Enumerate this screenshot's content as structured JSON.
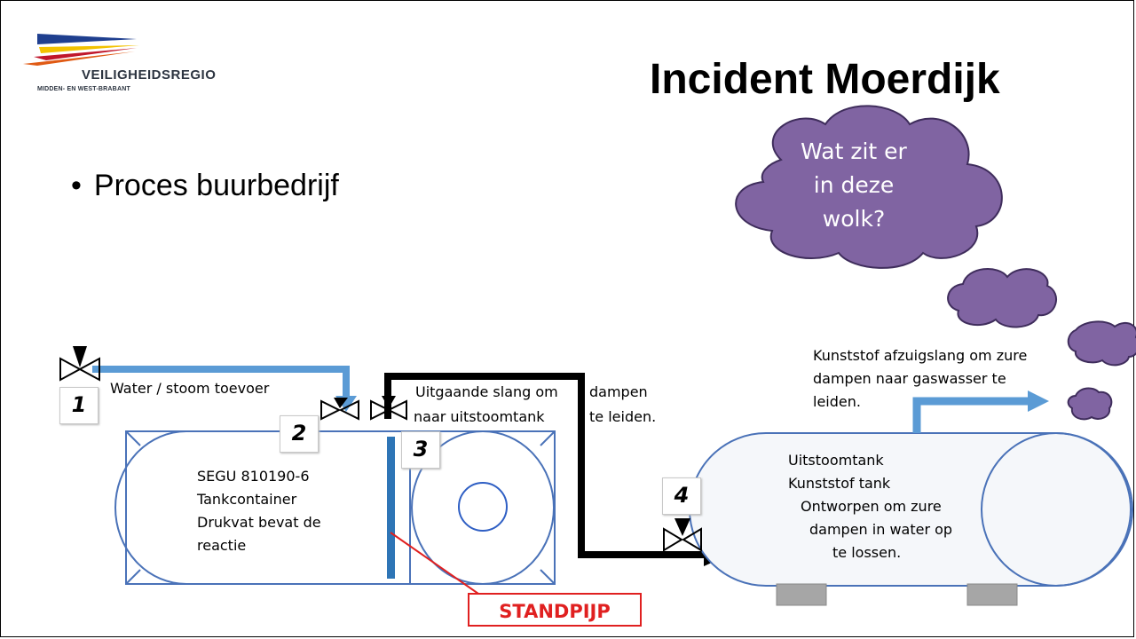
{
  "logo": {
    "name": "VEILIGHEIDSREGIO",
    "subtitle": "Midden- en West-Brabant",
    "colors": [
      "#1f3f8f",
      "#f2c200",
      "#e05a14",
      "#c0162b"
    ]
  },
  "slide": {
    "title": "Incident Moerdijk",
    "bullet": "Proces buurbedrijf"
  },
  "cloud": {
    "line1": "Wat zit er",
    "line2": "in deze",
    "line3": "wolk?",
    "color": "#8064a2"
  },
  "diagram": {
    "water_label": "Water / stoom toevoer",
    "hose_line1": "Uitgaande slang om",
    "hose_word_dampen": "dampen",
    "hose_line2": "naar uitstoomtank",
    "hose_word_leiden": "te leiden.",
    "tank_line1": "SEGU 810190-6",
    "tank_line2": "Tankcontainer",
    "tank_line3": "Drukvat bevat de",
    "tank_line4": "reactie",
    "suction_line1": "Kunststof afzuigslang om zure",
    "suction_line2": "dampen naar gaswasser te",
    "suction_line3": "leiden.",
    "out_line1": "Uitstoomtank",
    "out_line2": "Kunststof tank",
    "out_line3": "Ontworpen om zure",
    "out_line4": "dampen in water op",
    "out_line5": "te lossen.",
    "valve1": "1",
    "valve2": "2",
    "valve3": "3",
    "valve4": "4",
    "standpijp": "STANDPIJP",
    "pipe_color": "#5b9bd5",
    "tank_color": "#4a72b8",
    "alert_color": "#e02020"
  }
}
